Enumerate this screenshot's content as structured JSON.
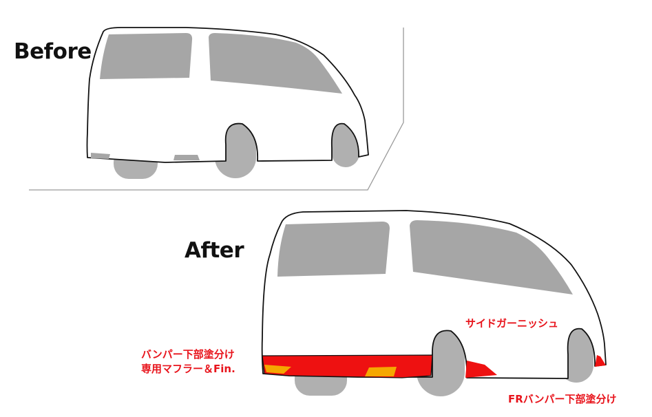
{
  "headings": {
    "before": "Before",
    "after": "After"
  },
  "callouts": {
    "side_garnish": "サイドガーニッシュ",
    "rear_bumper": "バンパー下部塗分け",
    "muffler": "専用マフラー＆Fin.",
    "front_bumper": "FRバンパー下部塗分け"
  },
  "colors": {
    "body": "#ffffff",
    "outline": "#111111",
    "glass": "#a6a6a6",
    "tire": "#b0b0b0",
    "highlight_red": "#ee1111",
    "highlight_amber": "#f5a700",
    "ground_line": "#999999",
    "callout_text": "#e8141c"
  }
}
